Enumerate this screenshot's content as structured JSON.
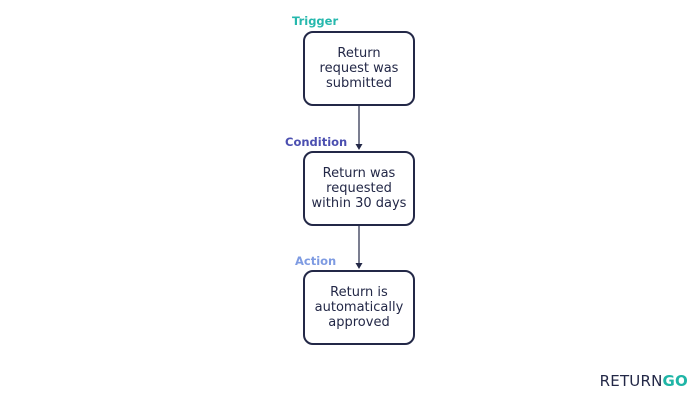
{
  "diagram": {
    "steps": [
      {
        "label": "Trigger",
        "label_color": "#26b8ad",
        "text": "Return\nrequest was\nsubmitted"
      },
      {
        "label": "Condition",
        "label_color": "#4b4fb0",
        "text": "Return was\nrequested\nwithin 30 days"
      },
      {
        "label": "Action",
        "label_color": "#7e9be2",
        "text": "Return is\nautomatically\napproved"
      }
    ],
    "connectors": [
      {
        "from": "Trigger",
        "to": "Condition",
        "direction": "down"
      },
      {
        "from": "Condition",
        "to": "Action",
        "direction": "down"
      }
    ],
    "node_border_color": "#232847",
    "connector_color": "#232847"
  },
  "logo": {
    "part1": "RETURN",
    "part2": "GO",
    "part1_color": "#232847",
    "part2_color": "#1fb5a6"
  }
}
